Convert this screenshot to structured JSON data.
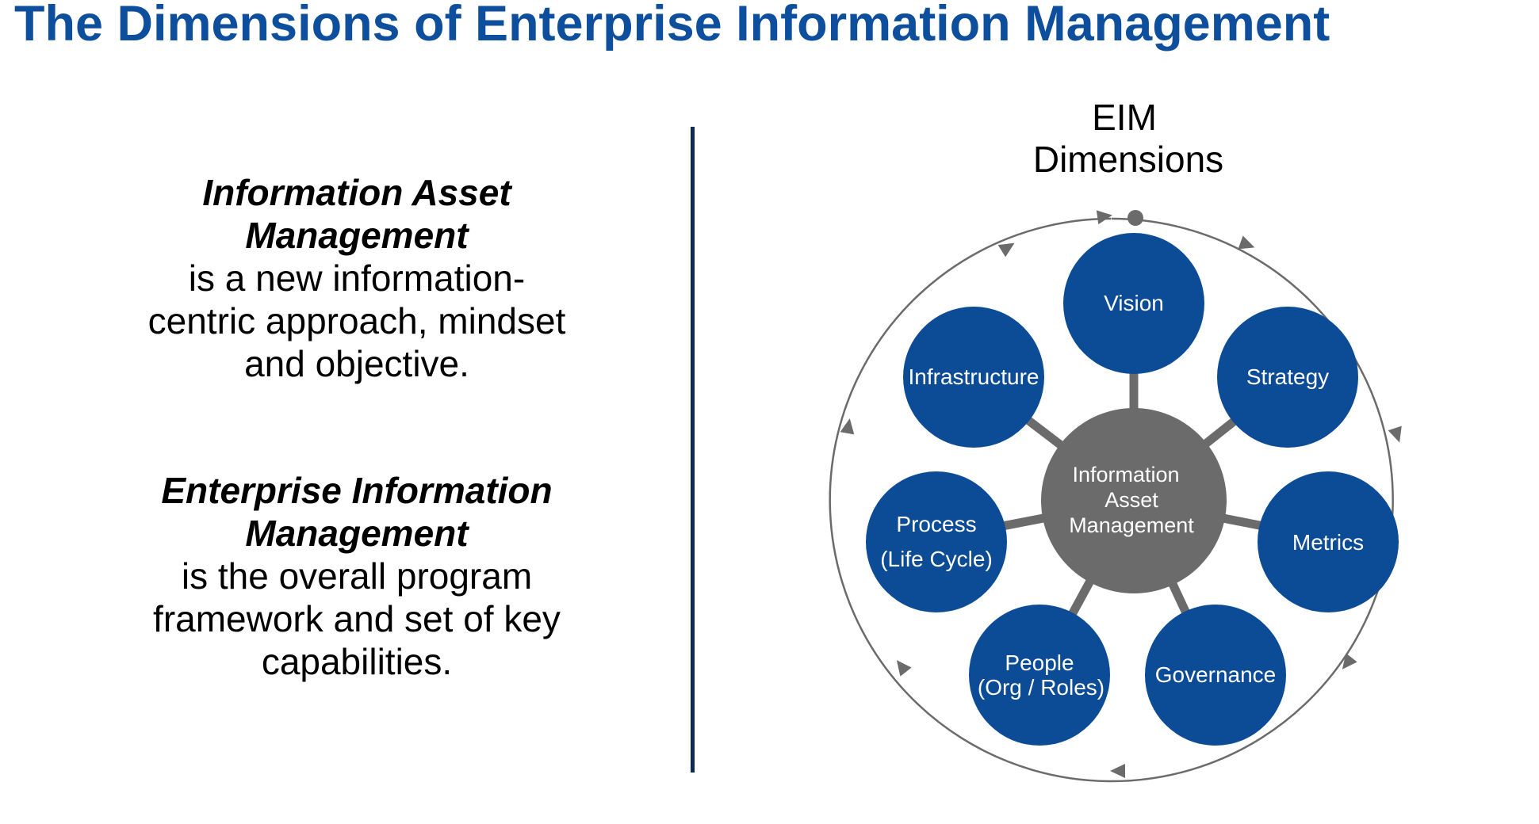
{
  "title": "The Dimensions of Enterprise Information Management",
  "colors": {
    "title": "#0d4f9c",
    "node_fill": "#0c4c96",
    "hub_fill": "#6b6b6b",
    "connector": "#6b6b6b",
    "cycle_ring": "#6b6b6b",
    "divider": "#0e2a52"
  },
  "left_panel": {
    "block1": {
      "term_line1": "Information Asset",
      "term_line2": "Management",
      "desc_line1": "is a new information-",
      "desc_line2": "centric approach, mindset",
      "desc_line3": "and objective."
    },
    "block2": {
      "term_line1": "Enterprise Information",
      "term_line2": "Management",
      "desc_line1": "is the overall program",
      "desc_line2": "framework and set of key",
      "desc_line3": "capabilities."
    }
  },
  "diagram": {
    "title_line1": "EIM",
    "title_line2": "Dimensions",
    "hub": {
      "line1": "Information",
      "line2": "Asset",
      "line3": "Management"
    },
    "nodes": {
      "vision": "Vision",
      "strategy": "Strategy",
      "metrics": "Metrics",
      "governance": "Governance",
      "people_line1": "People",
      "people_line2": "(Org / Roles)",
      "process_line1": "Process",
      "process_line2": "(Life Cycle)",
      "infrastructure": "Infrastructure"
    }
  }
}
